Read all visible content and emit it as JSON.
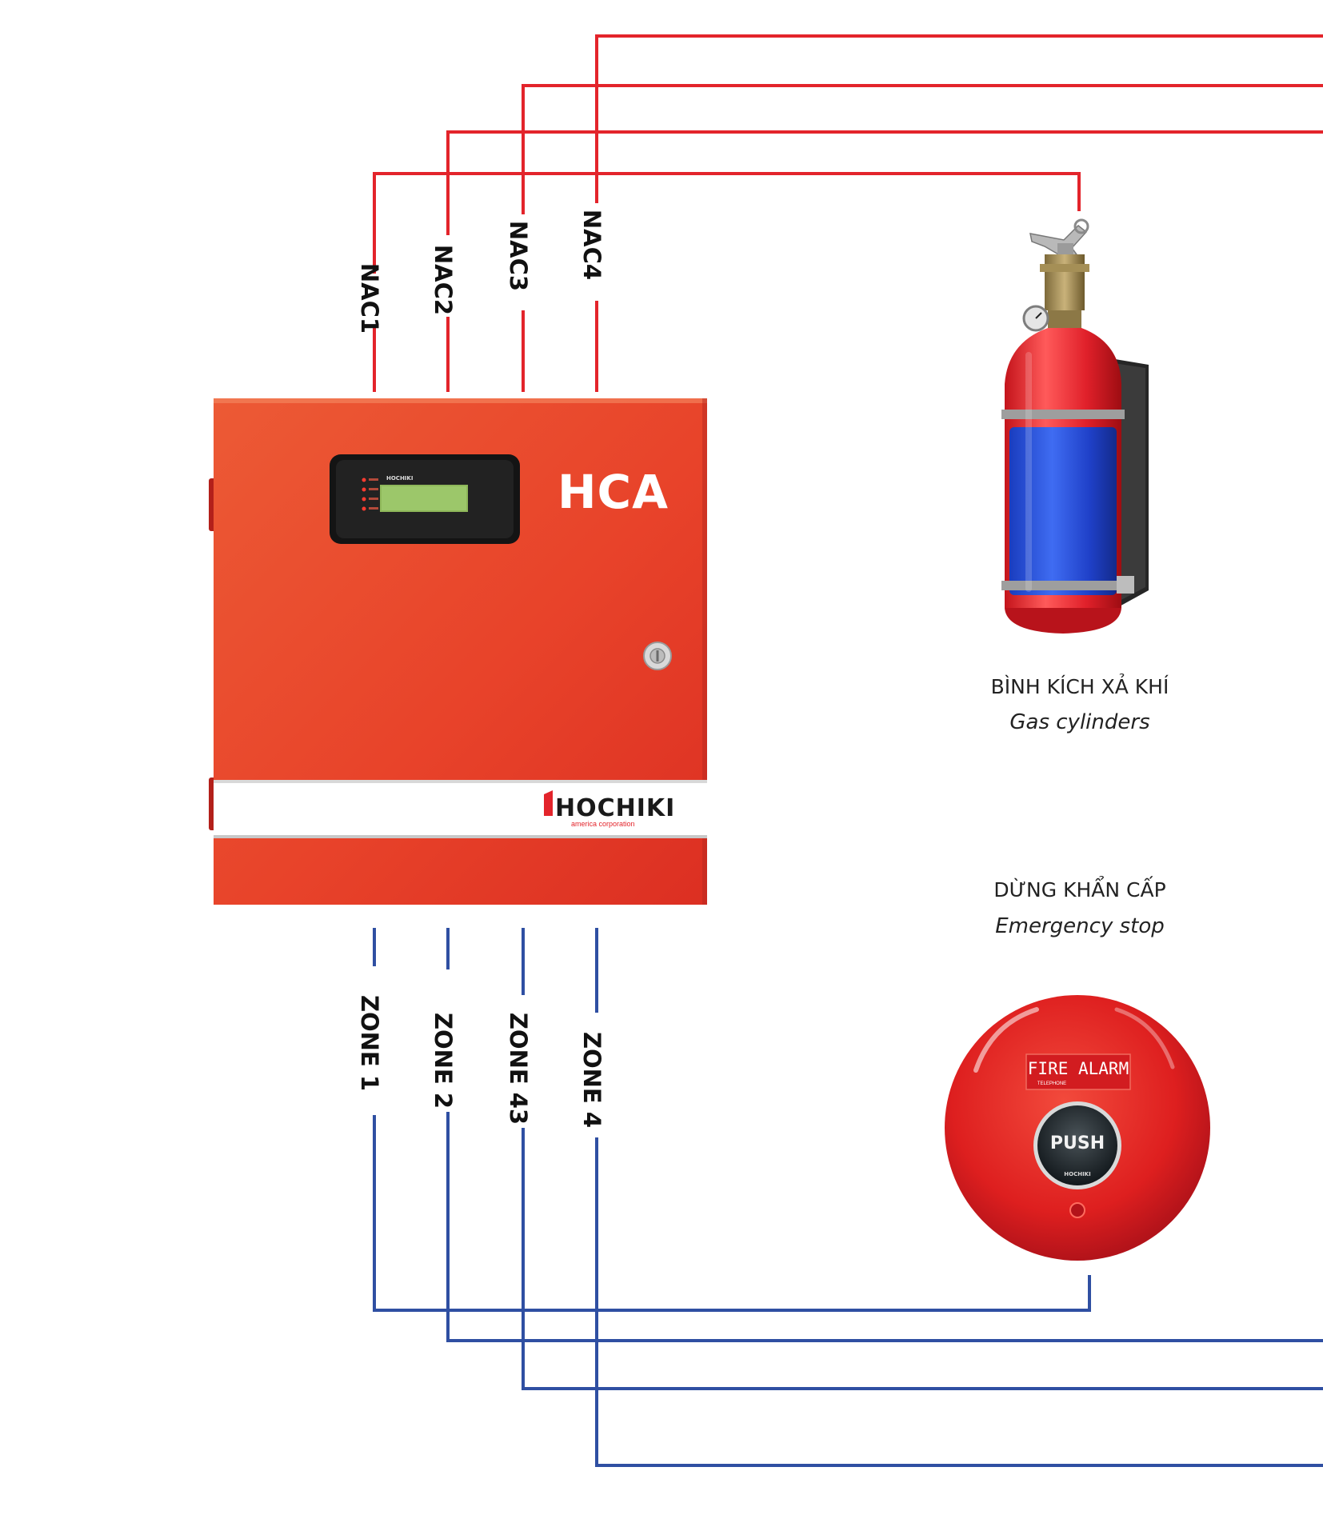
{
  "nac_lines": [
    {
      "label": "NAC1"
    },
    {
      "label": "NAC2"
    },
    {
      "label": "NAC3"
    },
    {
      "label": "NAC4"
    }
  ],
  "zone_lines": [
    {
      "label": "ZONE 1"
    },
    {
      "label": "ZONE 2"
    },
    {
      "label": "ZONE 43"
    },
    {
      "label": "ZONE 4"
    }
  ],
  "panel": {
    "model": "HCA",
    "brand": "HOCHIKI",
    "brand_sub": "america corporation",
    "display_brand": "HOCHIKI"
  },
  "gas_cylinder": {
    "title_vi": "BÌNH KÍCH XẢ KHÍ",
    "title_en": "Gas cylinders"
  },
  "emergency_stop": {
    "title_vi": "DỪNG KHẨN CẤP",
    "title_en": "Emergency stop",
    "device_label": "FIRE ALARM",
    "device_sublabel": "TELEPHONE",
    "button_label": "PUSH",
    "button_brand": "HOCHIKI"
  },
  "colors": {
    "nac_wire": "#e3242b",
    "zone_wire": "#2f4fa2",
    "panel_red": "#e8432a"
  }
}
